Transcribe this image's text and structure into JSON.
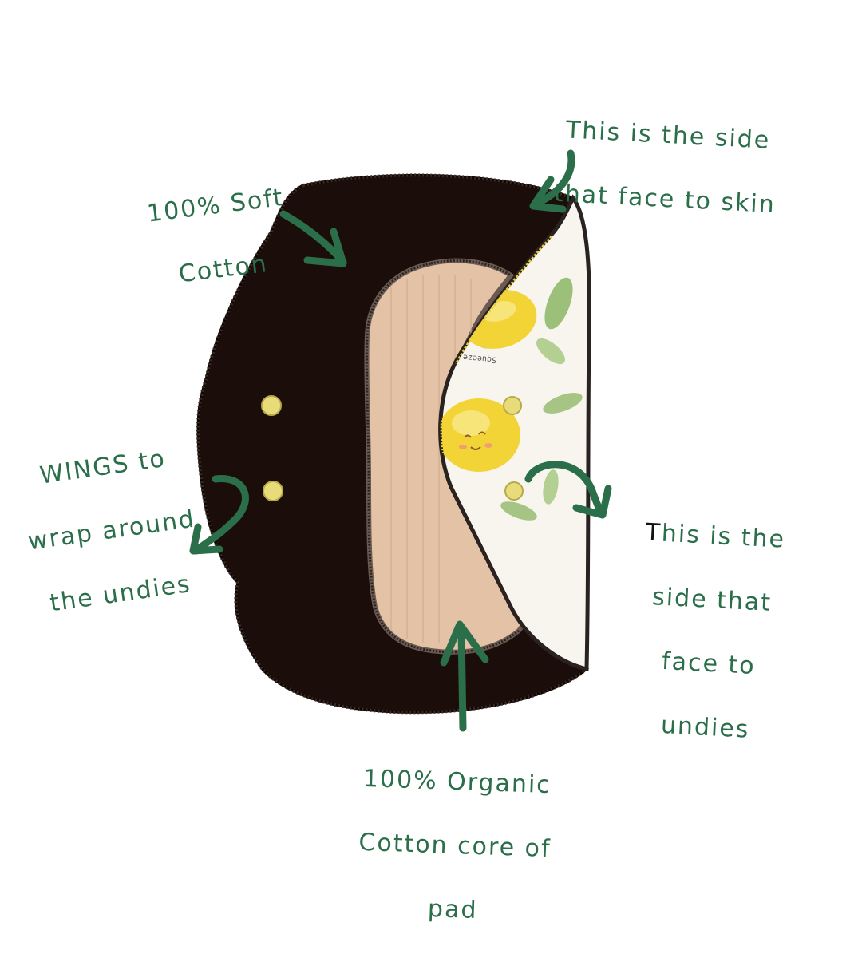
{
  "image": {
    "description_id": "cloth-pad-infographic",
    "colors": {
      "annotation_green": "#2b6e4a",
      "pad_black": "#1b0d09",
      "core_beige": "#e3c2a6",
      "lemon_print_bg": "#f7f5ee",
      "lemon_yellow": "#f3d436",
      "snap_yellow": "#e8dc7a"
    }
  },
  "labels": {
    "soft_cotton": [
      "100% Soft",
      "Cotton"
    ],
    "skin_side": [
      "This is the side",
      "that face to skin"
    ],
    "wings": [
      "WINGS to",
      "wrap around",
      "the undies"
    ],
    "undies_side": {
      "first_letter": "T",
      "first_rest": "his is the",
      "lines": [
        "side that",
        "face to",
        "undies"
      ]
    },
    "core": [
      "100% Organic",
      "Cotton core of",
      "pad"
    ]
  },
  "print_text": "Squeeze the"
}
